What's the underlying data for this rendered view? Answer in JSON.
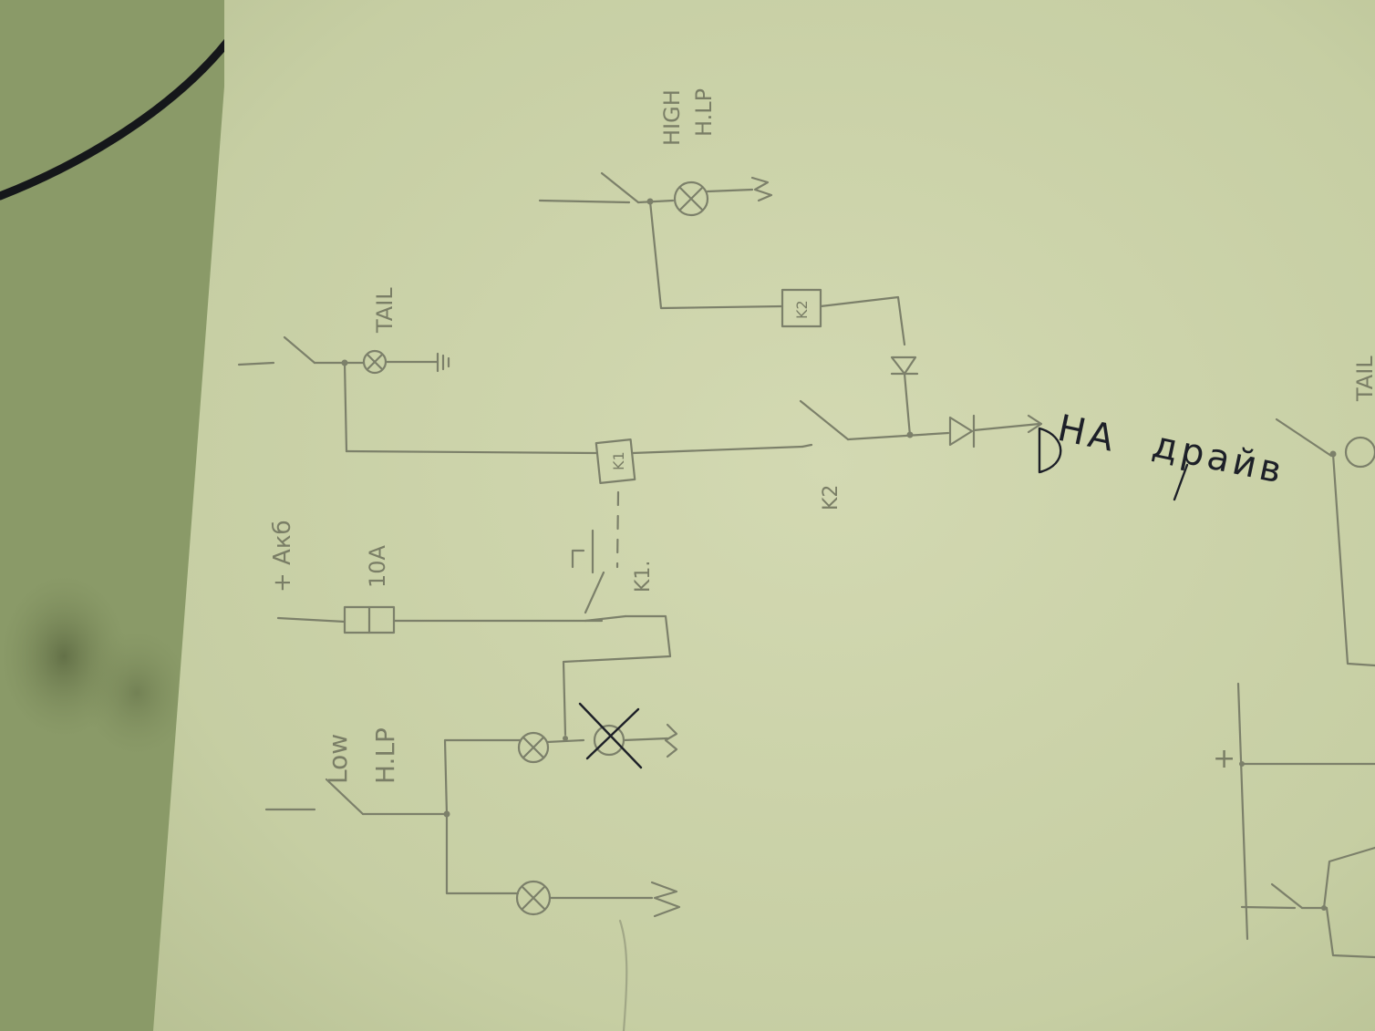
{
  "labels": {
    "tail_top": "TAIL",
    "high_beam": "HIGH",
    "high_beam_sub": "H.LP",
    "supply": "+ Акб",
    "fuse": "10A",
    "low_beam": "Low",
    "low_beam_sub": "H.LP",
    "relay_k1": "K1",
    "relay_k1_contact": "K1.",
    "relay_k2": "K2",
    "relay_k2_contact": "K2",
    "tail_right": "TAIL",
    "plus": "+"
  },
  "annotation": {
    "line1": "НА",
    "line2": "драйв"
  },
  "colors": {
    "paper": "#c9d0a6",
    "pencil": "#7c806a",
    "ink": "#1d2028",
    "desk": "#8a9a68"
  }
}
